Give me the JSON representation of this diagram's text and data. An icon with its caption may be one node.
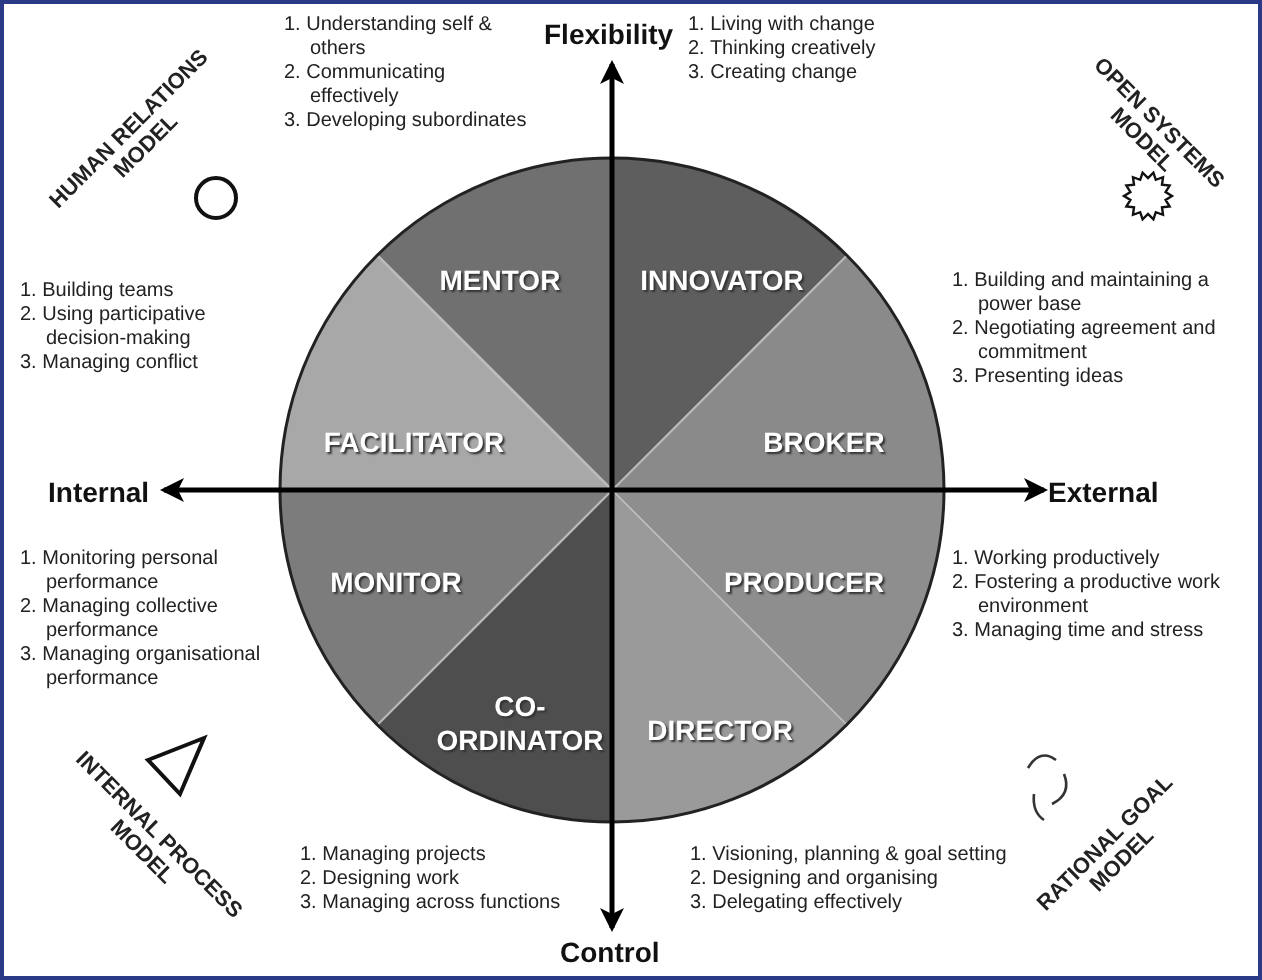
{
  "diagram": {
    "nodes": [
      {
        "text": [
          "MENTOR"
        ]
      },
      {
        "text": [
          "INNOVATOR"
        ]
      },
      {
        "text": [
          "FACILITATOR"
        ]
      },
      {
        "text": [
          "BROKER"
        ]
      },
      {
        "text": [
          "MONITOR"
        ]
      },
      {
        "text": [
          "PRODUCER"
        ]
      },
      {
        "text": [
          "CO- ORDINATOR"
        ]
      },
      {
        "text": [
          "DIRECTOR"
        ]
      }
    ],
    "edges": [],
    "labels": [
      "Flexibility",
      "HUMAN RELATIONS MODEL",
      "1. Understanding self & others",
      "2. Communicating effectively",
      "3. Developing subordinates",
      "1. Living with change",
      "2. Thinking creatively",
      "3. Creating change",
      "OPEN SYSTEMS MODEL",
      "1. Building teams",
      "2. Using participative decision-making",
      "3. Managing conflict",
      "1. Building and maintaining a power base",
      "2. Negotiating agreement and commitment",
      "3. Presenting ideas",
      "Internal",
      "External",
      "1. Monitoring personal performance",
      "2. Managing collective performance",
      "3. Managing organisational performance",
      "1. Working productively",
      "2. Fostering a productive work environment",
      "3. Managing time and stress",
      "INTERNAL PROCESS MODEL",
      "RATIONAL GOAL MODEL",
      "1. Managing projects",
      "2. Designing work",
      "3. Managing across functions",
      "1. Visioning, planning & goal setting",
      "2. Designing and organising",
      "3. Delegating effectively",
      "Control"
    ]
  }
}
